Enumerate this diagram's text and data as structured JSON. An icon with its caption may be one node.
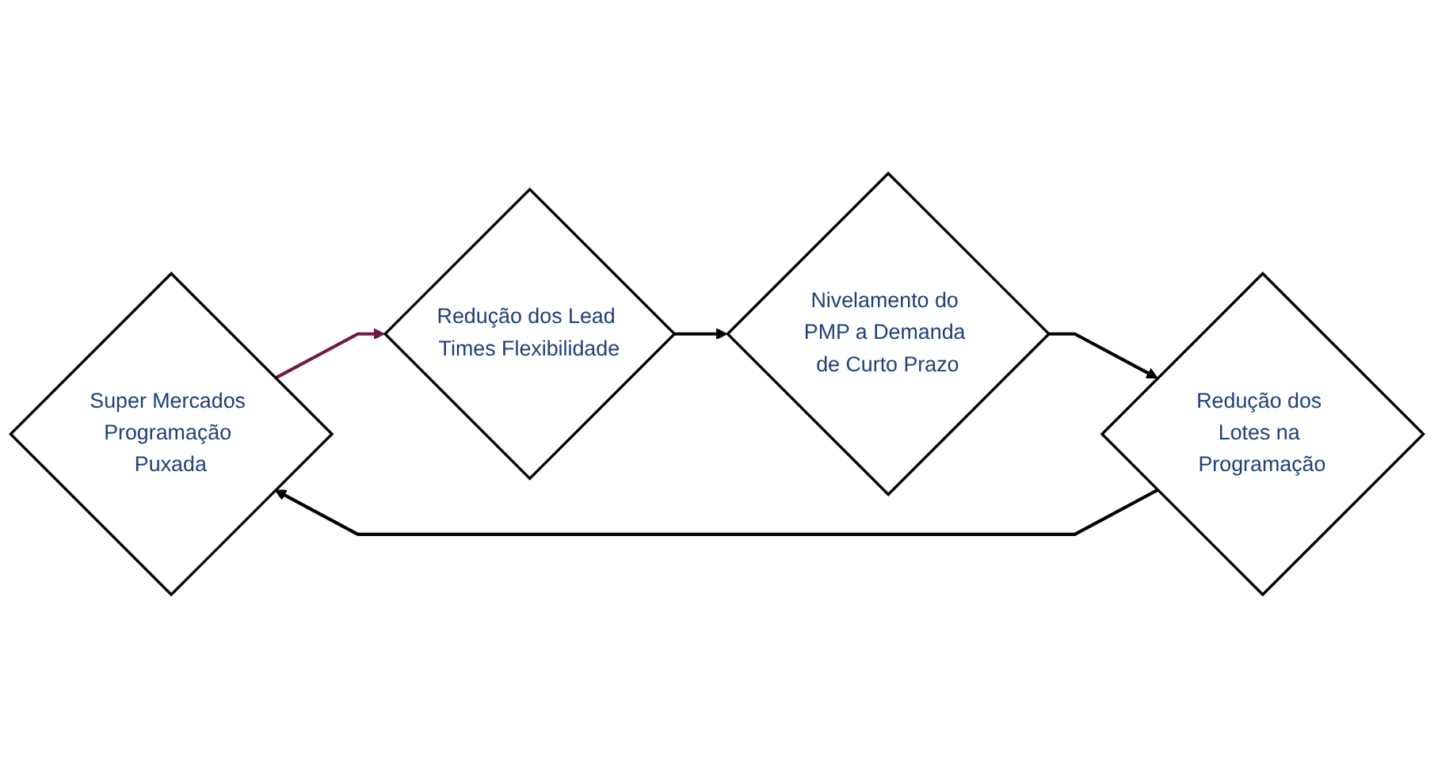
{
  "diagram": {
    "nodes": [
      {
        "text": [
          "Super Mercados Programação Puxada"
        ]
      },
      {
        "text": [
          "Redução dos Lead Times Flexibilidade"
        ]
      },
      {
        "text": [
          "Redução dos Lotes na Programação"
        ]
      },
      {
        "text": [
          "Nivelamento do PMP a Demanda de Curto Prazo"
        ]
      }
    ],
    "edges": [
      {
        "from": 0,
        "to": 1,
        "arrow": "to",
        "color": "#6e1a45"
      },
      {
        "from": 1,
        "to": 3,
        "arrow": "to"
      },
      {
        "from": 3,
        "to": 2,
        "arrow": "to"
      },
      {
        "from": 2,
        "to": 0,
        "arrow": "to"
      }
    ]
  }
}
